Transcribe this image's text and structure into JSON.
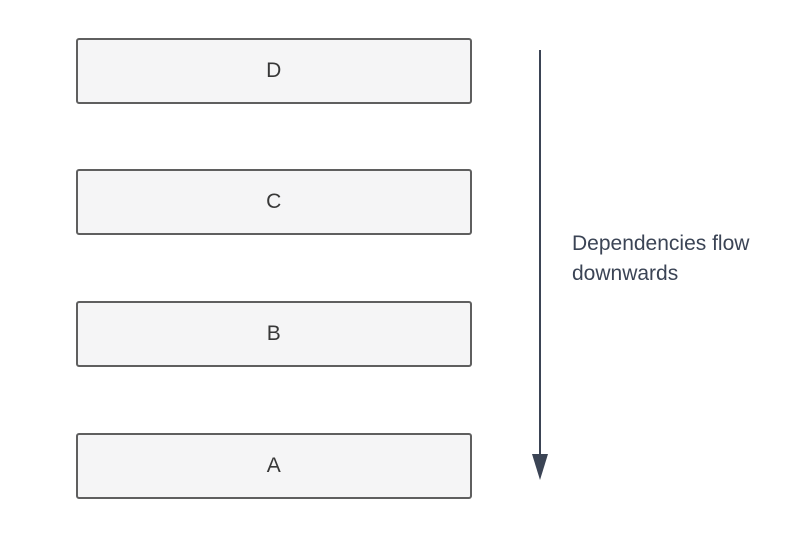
{
  "diagram": {
    "boxes": [
      {
        "label": "D"
      },
      {
        "label": "C"
      },
      {
        "label": "B"
      },
      {
        "label": "A"
      }
    ],
    "arrow": {
      "caption": "Dependencies flow downwards",
      "direction": "down"
    },
    "colors": {
      "background": "#ffffff",
      "box_fill": "#f5f5f6",
      "box_border": "#5f5f5f",
      "box_text": "#383838",
      "arrow": "#3b4455",
      "caption_text": "#3b4455"
    }
  }
}
